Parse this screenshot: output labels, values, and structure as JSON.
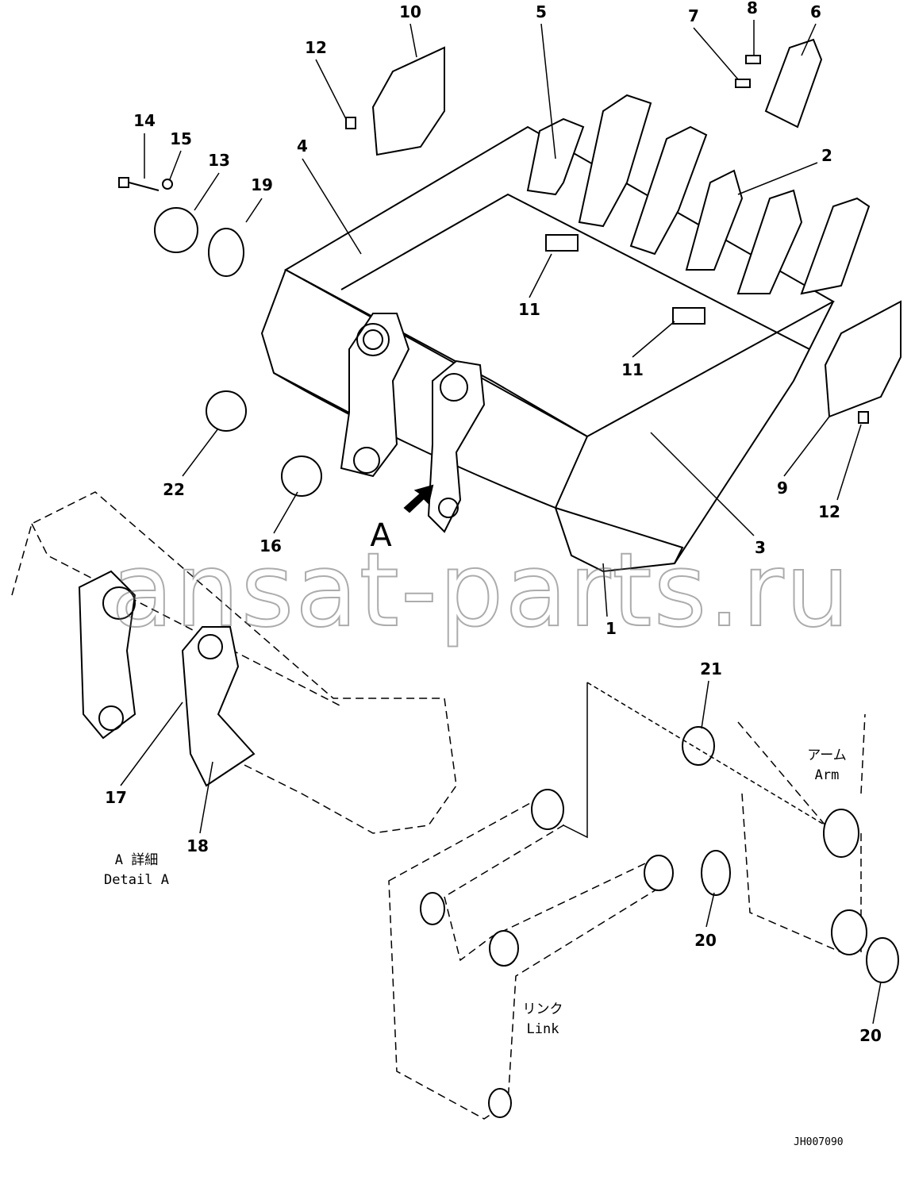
{
  "callouts": {
    "c10": "10",
    "c5": "5",
    "c8": "8",
    "c7": "7",
    "c6": "6",
    "c12a": "12",
    "c14": "14",
    "c15": "15",
    "c13": "13",
    "c19": "19",
    "c4": "4",
    "c2": "2",
    "c11a": "11",
    "c11b": "11",
    "c22": "22",
    "c16": "16",
    "c9": "9",
    "c12b": "12",
    "c3": "3",
    "c1": "1",
    "c21": "21",
    "c17": "17",
    "c18": "18",
    "c20a": "20",
    "c20b": "20"
  },
  "view_marker": "A",
  "notes": {
    "detail_jp": "A 詳細",
    "detail_en": "Detail A",
    "arm_jp": "アーム",
    "arm_en": "Arm",
    "link_jp": "リンク",
    "link_en": "Link"
  },
  "watermark": "ansat-parts.ru",
  "drawing_code": "JH007090"
}
